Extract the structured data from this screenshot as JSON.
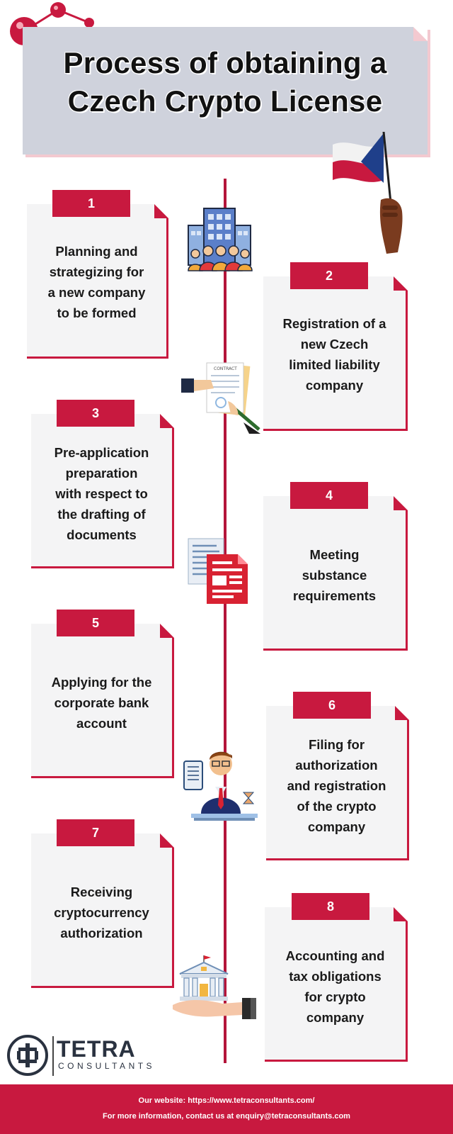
{
  "title": {
    "line1": "Process of obtaining a",
    "line2": "Czech Crypto License"
  },
  "steps": [
    {
      "number": "1",
      "lines": [
        "Planning and",
        "strategizing for",
        "a new company",
        "to be formed"
      ]
    },
    {
      "number": "2",
      "lines": [
        "Registration of a",
        "new Czech",
        "limited liability",
        "company"
      ]
    },
    {
      "number": "3",
      "lines": [
        "Pre-application",
        "preparation",
        "with respect to",
        "the drafting of",
        "documents"
      ]
    },
    {
      "number": "4",
      "lines": [
        "Meeting",
        "substance",
        "requirements"
      ]
    },
    {
      "number": "5",
      "lines": [
        "Applying for the",
        "corporate bank",
        "account"
      ]
    },
    {
      "number": "6",
      "lines": [
        "Filing for",
        "authorization",
        "and registration",
        "of the crypto",
        "company"
      ]
    },
    {
      "number": "7",
      "lines": [
        "Receiving",
        "cryptocurrency",
        "authorization"
      ]
    },
    {
      "number": "8",
      "lines": [
        "Accounting and",
        "tax obligations",
        "for crypto",
        "company"
      ]
    }
  ],
  "icons": {
    "flag": "czech-flag-icon",
    "building": "office-building-people-icon",
    "contract": "contract-signing-icon",
    "documents": "documents-icon",
    "person": "businessman-icon",
    "bank": "bank-in-hand-icon"
  },
  "logo": {
    "name": "TETRA",
    "sub": "CONSULTANTS"
  },
  "footer": {
    "website": "Our website: https://www.tetraconsultants.com/",
    "contact": "For more information, contact us at enquiry@tetraconsultants.com"
  },
  "colors": {
    "accent": "#c8193f",
    "title_bg": "#cfd2dc",
    "card_bg": "#f4f4f5"
  }
}
